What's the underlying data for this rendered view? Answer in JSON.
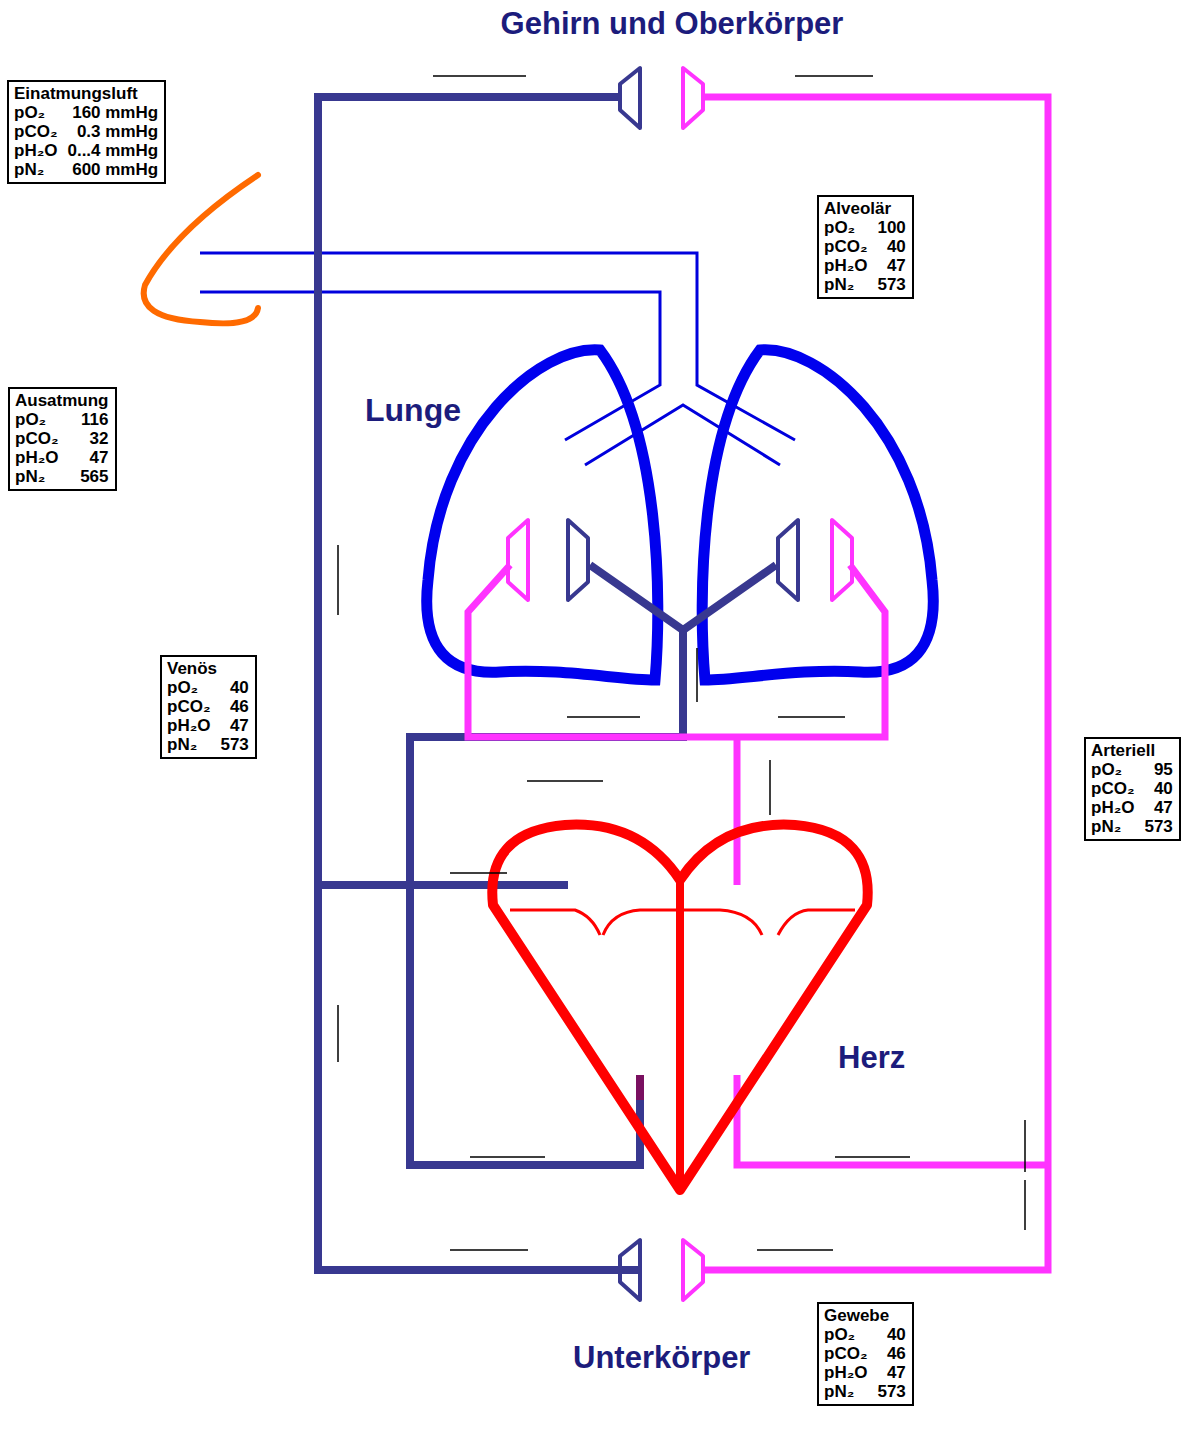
{
  "diagram": {
    "nodes": [
      {
        "text": [
          "Einatmungsluft",
          "pO₂",
          "160 mmHg",
          "pCO₂",
          "0.3 mmHg",
          "pH₂O",
          "0...4 mmHg",
          "pN₂",
          "600 mmHg"
        ]
      },
      {
        "text": [
          "Alveolär",
          "pO₂",
          "100",
          "pCO₂",
          "40",
          "pH₂O",
          "47",
          "pN₂",
          "573"
        ]
      },
      {
        "text": [
          "Ausatmung",
          "pO₂",
          "116",
          "pCO₂",
          "32",
          "pH₂O",
          "47",
          "pN₂",
          "565"
        ]
      },
      {
        "text": [
          "Venös",
          "pO₂",
          "40",
          "pCO₂",
          "46",
          "pH₂O",
          "47",
          "pN₂",
          "573"
        ]
      },
      {
        "text": [
          "Arteriell",
          "pO₂",
          "95",
          "pCO₂",
          "40",
          "pH₂O",
          "47",
          "pN₂",
          "573"
        ]
      },
      {
        "text": [
          "Gewebe",
          "pO₂",
          "40",
          "pCO₂",
          "46",
          "pH₂O",
          "47",
          "pN₂",
          "573"
        ]
      }
    ],
    "labels": [
      "Gehirn und Oberkörper",
      "Lunge",
      "Herz",
      "Unterkörper"
    ]
  }
}
